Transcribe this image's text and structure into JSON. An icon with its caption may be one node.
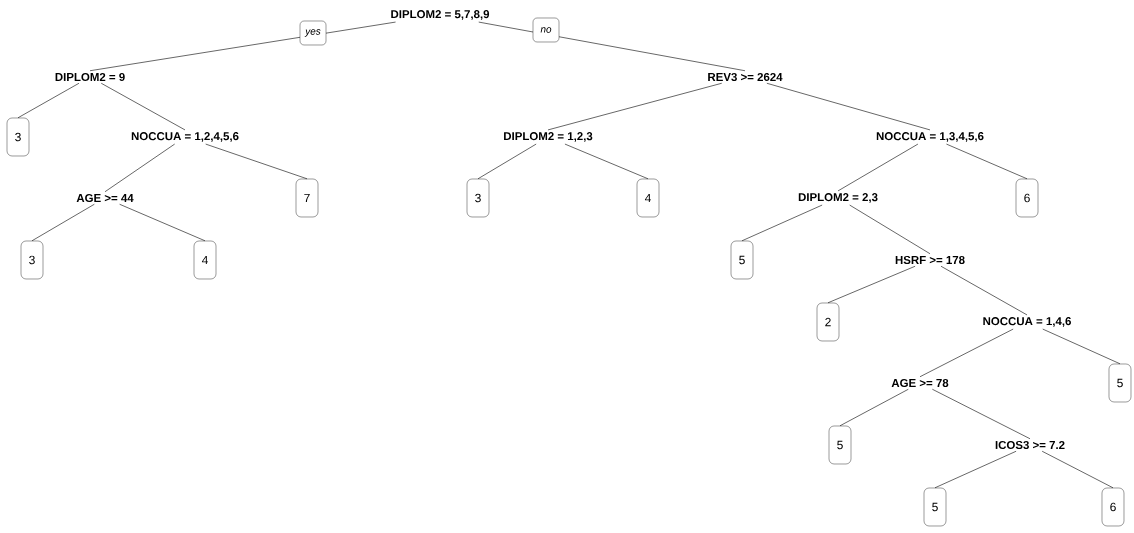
{
  "diagram": {
    "nodes": [
      {
        "text": [
          "DIPLOM2 = 5,7,8,9"
        ]
      },
      {
        "text": [
          "DIPLOM2 = 9"
        ]
      },
      {
        "text": [
          "3"
        ]
      },
      {
        "text": [
          "NOCCUA = 1,2,4,5,6"
        ]
      },
      {
        "text": [
          "AGE >= 44"
        ]
      },
      {
        "text": [
          "3"
        ]
      },
      {
        "text": [
          "4"
        ]
      },
      {
        "text": [
          "7"
        ]
      },
      {
        "text": [
          "REV3 >= 2624"
        ]
      },
      {
        "text": [
          "DIPLOM2 = 1,2,3"
        ]
      },
      {
        "text": [
          "3"
        ]
      },
      {
        "text": [
          "4"
        ]
      },
      {
        "text": [
          "NOCCUA = 1,3,4,5,6"
        ]
      },
      {
        "text": [
          "DIPLOM2 = 2,3"
        ]
      },
      {
        "text": [
          "6"
        ]
      },
      {
        "text": [
          "5"
        ]
      },
      {
        "text": [
          "HSRF >= 178"
        ]
      },
      {
        "text": [
          "2"
        ]
      },
      {
        "text": [
          "NOCCUA = 1,4,6"
        ]
      },
      {
        "text": [
          "AGE >= 78"
        ]
      },
      {
        "text": [
          "5"
        ]
      },
      {
        "text": [
          "5"
        ]
      },
      {
        "text": [
          "ICOS3 >= 7.2"
        ]
      },
      {
        "text": [
          "5"
        ]
      },
      {
        "text": [
          "6"
        ]
      }
    ],
    "edges": [
      {
        "from": 0,
        "to": 1,
        "arrow": "none",
        "label": "yes"
      },
      {
        "from": 0,
        "to": 8,
        "arrow": "none",
        "label": "no"
      },
      {
        "from": 1,
        "to": 2,
        "arrow": "none"
      },
      {
        "from": 1,
        "to": 3,
        "arrow": "none"
      },
      {
        "from": 3,
        "to": 4,
        "arrow": "none"
      },
      {
        "from": 3,
        "to": 7,
        "arrow": "none"
      },
      {
        "from": 4,
        "to": 5,
        "arrow": "none"
      },
      {
        "from": 4,
        "to": 6,
        "arrow": "none"
      },
      {
        "from": 8,
        "to": 9,
        "arrow": "none"
      },
      {
        "from": 8,
        "to": 12,
        "arrow": "none"
      },
      {
        "from": 9,
        "to": 10,
        "arrow": "none"
      },
      {
        "from": 9,
        "to": 11,
        "arrow": "none"
      },
      {
        "from": 12,
        "to": 13,
        "arrow": "none"
      },
      {
        "from": 12,
        "to": 14,
        "arrow": "none"
      },
      {
        "from": 13,
        "to": 15,
        "arrow": "none"
      },
      {
        "from": 13,
        "to": 16,
        "arrow": "none"
      },
      {
        "from": 16,
        "to": 17,
        "arrow": "none"
      },
      {
        "from": 16,
        "to": 18,
        "arrow": "none"
      },
      {
        "from": 18,
        "to": 19,
        "arrow": "none"
      },
      {
        "from": 18,
        "to": 20,
        "arrow": "none"
      },
      {
        "from": 19,
        "to": 21,
        "arrow": "none"
      },
      {
        "from": 19,
        "to": 22,
        "arrow": "none"
      },
      {
        "from": 22,
        "to": 23,
        "arrow": "none"
      },
      {
        "from": 22,
        "to": 24,
        "arrow": "none"
      }
    ]
  }
}
